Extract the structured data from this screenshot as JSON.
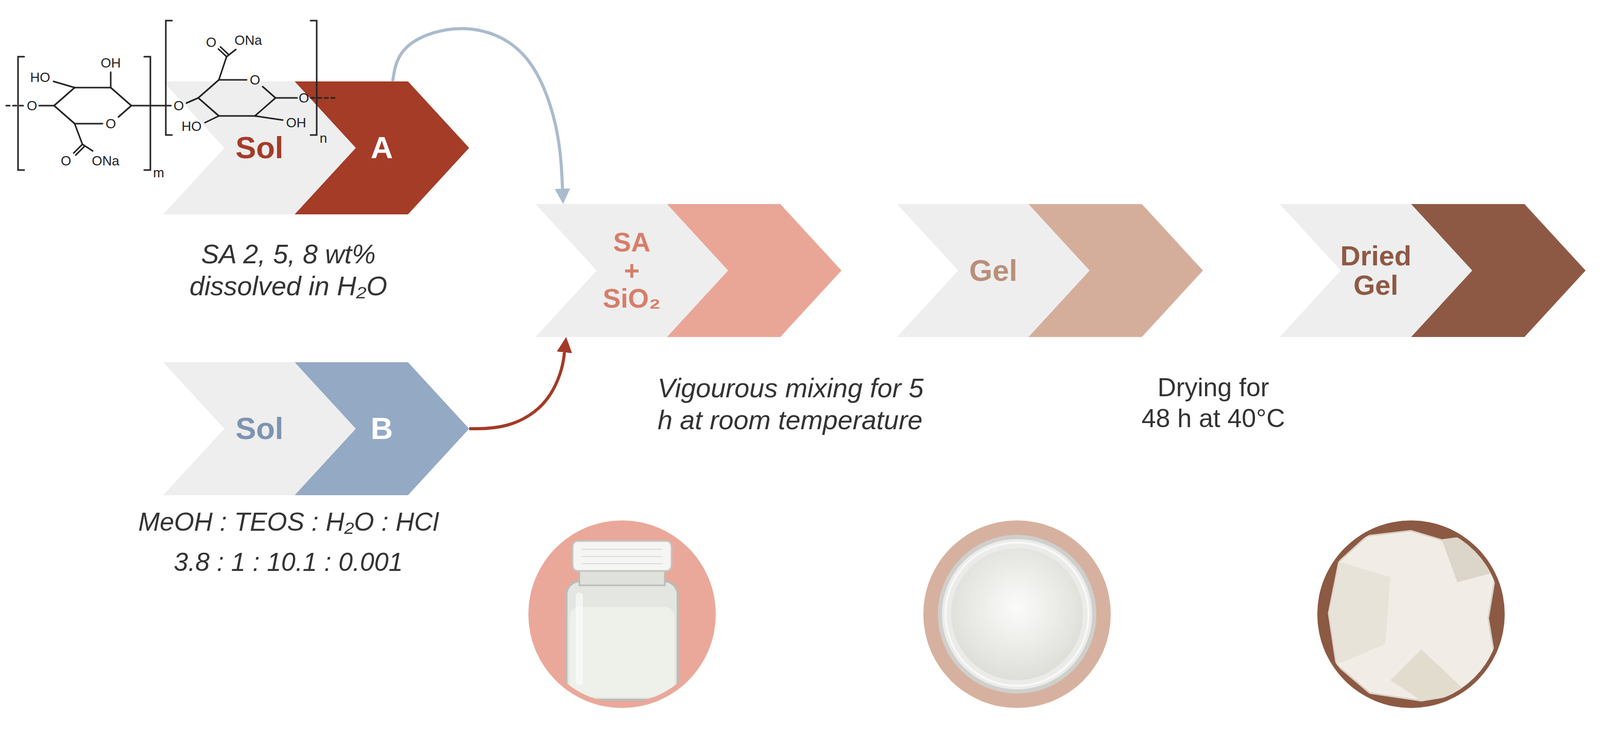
{
  "diagram": {
    "nodes": [
      {
        "text": [
          "Sol",
          "A"
        ]
      },
      {
        "text": [
          "Sol",
          "B"
        ]
      },
      {
        "text": [
          "SA + SiO₂"
        ]
      },
      {
        "text": [
          "Gel"
        ]
      },
      {
        "text": [
          "Dried Gel"
        ]
      }
    ],
    "edges": [
      {
        "from": 0,
        "to": 2,
        "arrow": "to"
      },
      {
        "from": 1,
        "to": 2,
        "arrow": "to"
      }
    ],
    "labels": [
      "O",
      "HO",
      "OH",
      "O",
      "O",
      "ONa",
      "m",
      "O",
      "O",
      "ONa",
      "HO",
      "OH",
      "O",
      "O",
      "n",
      "SA 2, 5, 8 wt% dissolved in H₂O",
      "MeOH : TEOS : H₂O : HCl 3.8 : 1 : 10.1 : 0.001",
      "Vigourous mixing for 5 h at room temperature",
      "Drying for 48 h at 40°C"
    ]
  }
}
